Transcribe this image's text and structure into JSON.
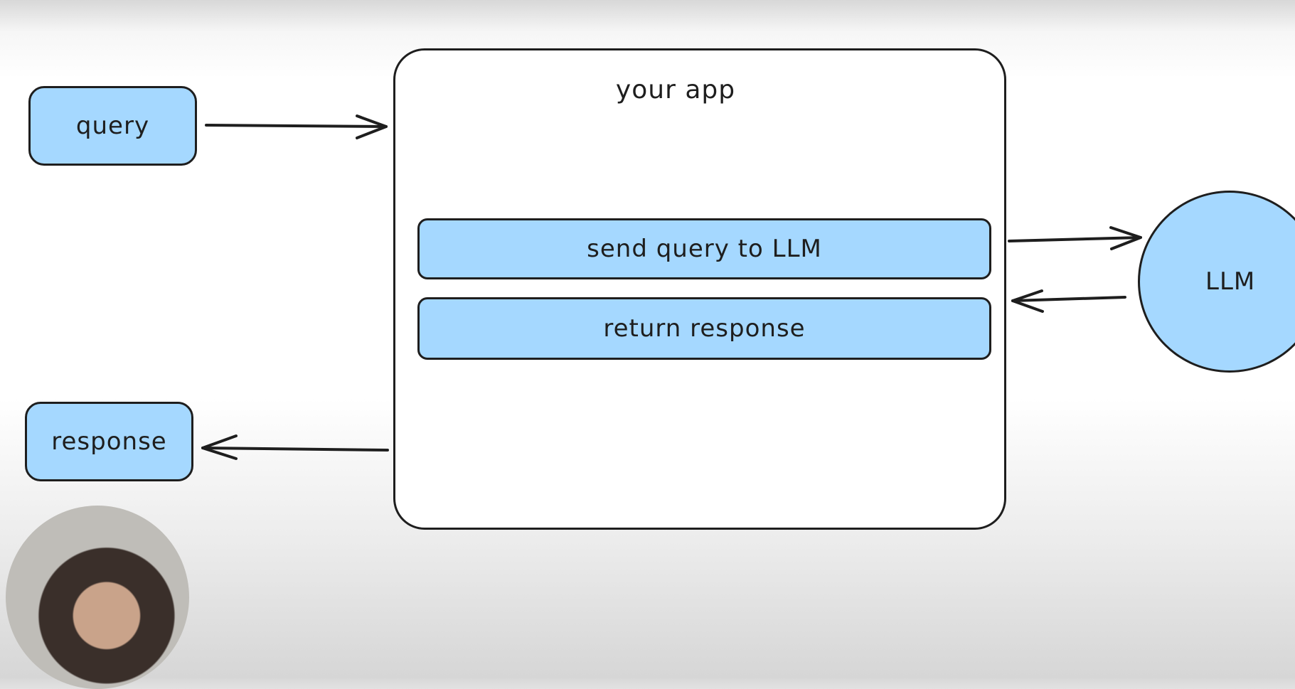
{
  "diagram": {
    "app_label": "your app",
    "nodes": {
      "query": "query",
      "response": "response",
      "send_step": "send query to LLM",
      "return_step": "return response",
      "llm": "LLM"
    }
  },
  "colors": {
    "node_fill": "#a5d8ff",
    "stroke": "#1e1e1e",
    "background": "#ffffff"
  },
  "icons": {
    "presenter": "presenter-webcam"
  }
}
